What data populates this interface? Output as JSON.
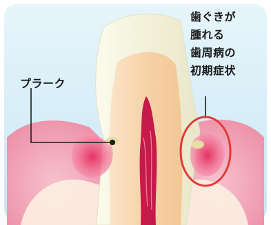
{
  "labels": {
    "plaque": "プラーク",
    "gingivitis_lines": [
      "歯ぐきが",
      "腫れる",
      "歯周病の",
      "初期症状"
    ]
  },
  "colors": {
    "background": "#d8eef8",
    "gum_outer": "#f2a3b8",
    "gum_inner": "#e8476f",
    "enamel": "#f8f7e6",
    "dentin": "#f9d9b4",
    "pulp": "#c51a4a",
    "bone": "#fff6e8",
    "highlight_circle": "#e23a3a",
    "leader_line": "#1a1a1a"
  },
  "icons": {
    "plaque_marker": "dot-marker",
    "symptom_marker": "circle-highlight"
  }
}
